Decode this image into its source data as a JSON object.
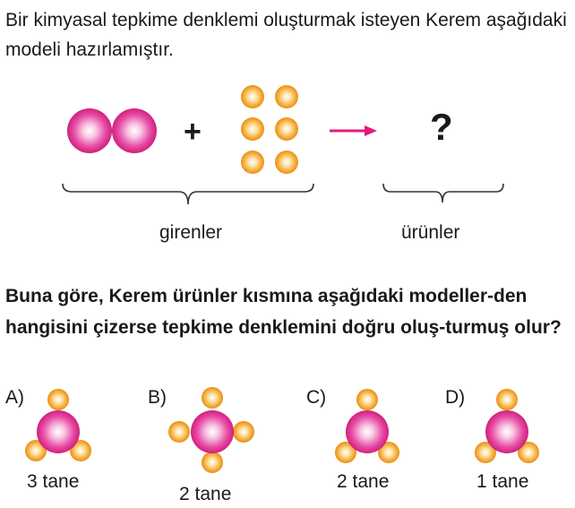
{
  "intro_text": "Bir kimyasal tepkime denklemi oluşturmak isteyen Kerem aşağıdaki modeli hazırlamıştır.",
  "plus_sign": "+",
  "question_mark": "?",
  "reactants_label": "girenler",
  "products_label": "ürünler",
  "question_text": "Buna göre, Kerem ürünler kısmına aşağıdaki modeller-den hangisini çizerse tepkime denklemini doğru oluş-turmuş olur?",
  "options": [
    {
      "letter": "A)",
      "count": "3 tane"
    },
    {
      "letter": "B)",
      "count": "2 tane"
    },
    {
      "letter": "C)",
      "count": "2 tane"
    },
    {
      "letter": "D)",
      "count": "1 tane"
    }
  ],
  "colors": {
    "big_atom": "#e0409a",
    "small_atom": "#f0a030",
    "arrow": "#e6197d"
  }
}
